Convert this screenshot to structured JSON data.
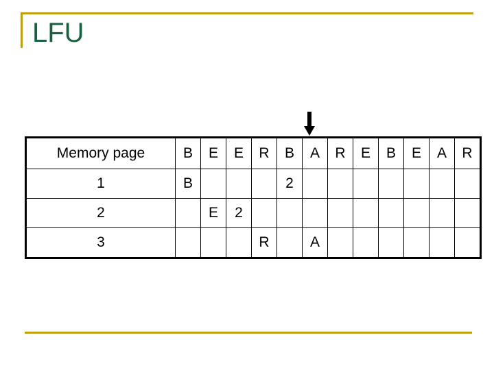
{
  "slide": {
    "title": "LFU",
    "title_color": "#176040",
    "accent_color": "#BFA014"
  },
  "pointer": {
    "icon": "arrow-down-icon",
    "color": "#000000",
    "points_at_column_index": 5
  },
  "table": {
    "label_header": "Memory page",
    "reference_string": [
      "B",
      "E",
      "E",
      "R",
      "B",
      "A",
      "R",
      "E",
      "B",
      "E",
      "A",
      "R"
    ],
    "page_color": "#CC88DD",
    "count_color": "#B01030",
    "rows": [
      {
        "label": "1",
        "cells": [
          {
            "text": "B",
            "kind": "page"
          },
          {
            "text": "",
            "kind": "empty"
          },
          {
            "text": "",
            "kind": "empty"
          },
          {
            "text": "",
            "kind": "empty"
          },
          {
            "text": "2",
            "kind": "count"
          },
          {
            "text": "",
            "kind": "empty"
          },
          {
            "text": "",
            "kind": "empty"
          },
          {
            "text": "",
            "kind": "empty"
          },
          {
            "text": "",
            "kind": "empty"
          },
          {
            "text": "",
            "kind": "empty"
          },
          {
            "text": "",
            "kind": "empty"
          },
          {
            "text": "",
            "kind": "empty"
          }
        ]
      },
      {
        "label": "2",
        "cells": [
          {
            "text": "",
            "kind": "empty"
          },
          {
            "text": "E",
            "kind": "page"
          },
          {
            "text": "2",
            "kind": "count"
          },
          {
            "text": "",
            "kind": "empty"
          },
          {
            "text": "",
            "kind": "empty"
          },
          {
            "text": "",
            "kind": "empty"
          },
          {
            "text": "",
            "kind": "empty"
          },
          {
            "text": "",
            "kind": "empty"
          },
          {
            "text": "",
            "kind": "empty"
          },
          {
            "text": "",
            "kind": "empty"
          },
          {
            "text": "",
            "kind": "empty"
          },
          {
            "text": "",
            "kind": "empty"
          }
        ]
      },
      {
        "label": "3",
        "cells": [
          {
            "text": "",
            "kind": "empty"
          },
          {
            "text": "",
            "kind": "empty"
          },
          {
            "text": "",
            "kind": "empty"
          },
          {
            "text": "R",
            "kind": "page"
          },
          {
            "text": "",
            "kind": "empty"
          },
          {
            "text": "A",
            "kind": "page"
          },
          {
            "text": "",
            "kind": "empty"
          },
          {
            "text": "",
            "kind": "empty"
          },
          {
            "text": "",
            "kind": "empty"
          },
          {
            "text": "",
            "kind": "empty"
          },
          {
            "text": "",
            "kind": "empty"
          },
          {
            "text": "",
            "kind": "empty"
          }
        ]
      }
    ]
  }
}
